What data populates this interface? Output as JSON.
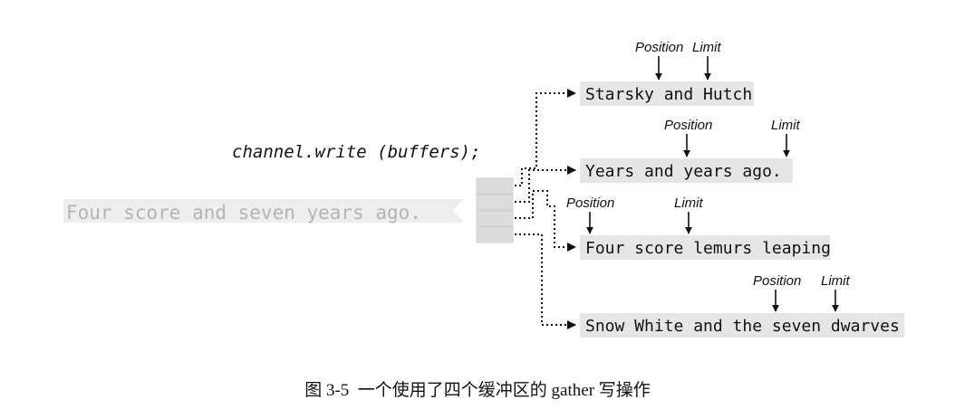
{
  "code": "channel.write (buffers);",
  "source_text": "Four score and seven years ago.",
  "labels": {
    "position": "Position",
    "limit": "Limit"
  },
  "buffers": [
    {
      "text": "Starsky and Hutch"
    },
    {
      "text": "Years and years ago."
    },
    {
      "text": "Four score lemurs leaping"
    },
    {
      "text": "Snow White and the seven dwarves"
    }
  ],
  "caption": "图 3-5  一个使用了四个缓冲区的 gather 写操作",
  "colors": {
    "buffer_bg": "#e6e6e6",
    "source_text": "#b4b4b4",
    "ink": "#111111"
  }
}
